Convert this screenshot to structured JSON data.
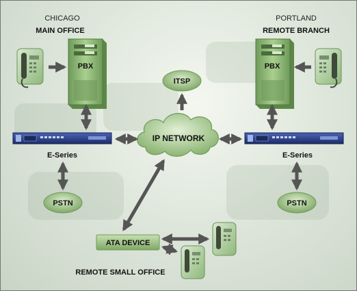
{
  "chicago": {
    "city": "CHICAGO",
    "office": "MAIN OFFICE",
    "pbx": "PBX"
  },
  "portland": {
    "city": "PORTLAND",
    "office": "REMOTE BRANCH",
    "pbx": "PBX"
  },
  "itsp": "ITSP",
  "ip_network": "IP NETWORK",
  "eseries_left": "E-Series",
  "eseries_right": "E-Series",
  "pstn_left": "PSTN",
  "pstn_right": "PSTN",
  "ata": "ATA DEVICE",
  "remote_small_office": "REMOTE SMALL OFFICE",
  "colors": {
    "green_dark": "#5f8a4c",
    "green_mid": "#8bb36f",
    "green_light": "#c7dfb3",
    "arrow": "#555555",
    "device_blue": "#2a3f8a"
  }
}
